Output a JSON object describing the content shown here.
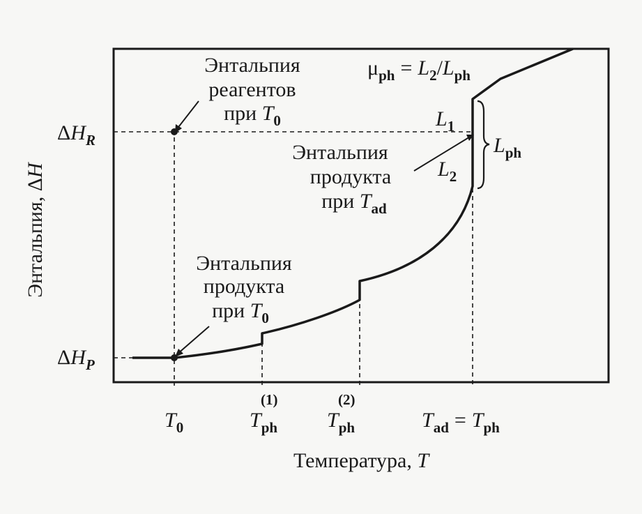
{
  "diagram": {
    "y_axis_label": "Энтальпия, ΔH",
    "x_axis_label": "Температура, T",
    "y_ticks": {
      "delta_h_r": "ΔH_R",
      "delta_h_p": "ΔH_P"
    },
    "x_ticks": {
      "t0": "T_0",
      "tph1": "T_ph^(1)",
      "tph2": "T_ph^(2)",
      "tad_eq_tph": "T_ad = T_ph"
    },
    "annotations": {
      "reactants": [
        "Энтальпия",
        "реагентов",
        "при T_0"
      ],
      "product_t0": [
        "Энтальпия",
        "продукта",
        "при T_0"
      ],
      "product_tad": [
        "Энтальпия",
        "продукта",
        "при T_ad"
      ],
      "mu_formula": "μ_ph = L_2/L_ph",
      "l1": "L_1",
      "l2": "L_2",
      "lph": "L_ph"
    },
    "text_parts": {
      "delta": "Δ",
      "H": "H",
      "R": "R",
      "P": "P",
      "T": "T",
      "sub_0": "0",
      "sub_ph": "ph",
      "sub_ad": "ad",
      "sup_1": "(1)",
      "sup_2": "(2)",
      "equals": "=",
      "L": "L",
      "sub_1": "1",
      "sub_2": "2",
      "mu": "μ",
      "slash": "/",
      "line_entalpiya": "Энтальпия",
      "line_reagentov": "реагентов",
      "line_produkta": "продукта",
      "pri": "при ",
      "x_axis_word": "Температура, ",
      "y_axis_word": "Энтальпия, "
    }
  }
}
